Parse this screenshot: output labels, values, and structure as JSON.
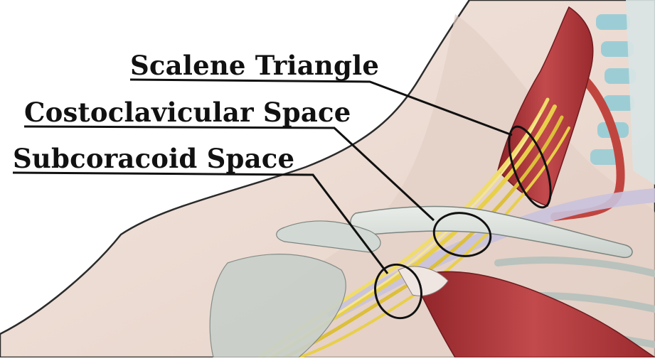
{
  "labels": {
    "scalene": "Scalene Triangle",
    "costoclavicular": "Costoclavicular Space",
    "subcoracoid": "Subcoracoid Space"
  },
  "structures": [
    {
      "name": "skin-outline",
      "color": "#2b2b2b"
    },
    {
      "name": "scalene-muscle",
      "color": "#b3353a"
    },
    {
      "name": "brachial-plexus-nerves",
      "color": "#e8cf4a"
    },
    {
      "name": "subclavian-vein",
      "color": "#c9c2dd"
    },
    {
      "name": "subclavian-artery",
      "color": "#c1453f"
    },
    {
      "name": "clavicle",
      "color": "#d7ddd8"
    },
    {
      "name": "pectoralis-minor-muscle",
      "color": "#a8343a"
    },
    {
      "name": "cervical-vertebrae",
      "color": "#8ecad6"
    }
  ]
}
